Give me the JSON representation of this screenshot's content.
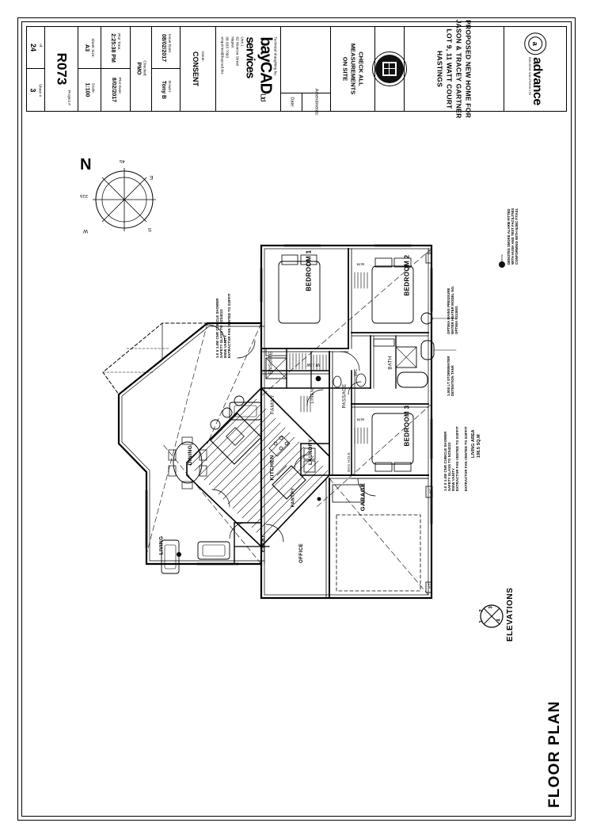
{
  "sheet": {
    "title": "FLOOR PLAN",
    "drawing_number": "R073",
    "sheet_number": "3",
    "of_label": "of",
    "total_sheets": "24"
  },
  "titleblock": {
    "company": {
      "name": "advance",
      "tagline": "BUILDING SOLUTIONS LTD",
      "badge_letter": "a"
    },
    "project": {
      "line1": "PROPOSED NEW HOME FOR",
      "line2": "JASON & TRACEY GARTNER",
      "line3": "LOT 9, 11 WATT COURT",
      "line4": "HASTINGS"
    },
    "seal_caption": "LICENSED BUILDING PRACTITIONER",
    "check_note": {
      "line1": "CHECK ALL",
      "line2": "MEASUREMENTS",
      "line3": "ON SITE"
    },
    "amendments": {
      "label": "Amendments:",
      "date_label": "Date:"
    },
    "drafting": {
      "tagline": "Technical draughting by:",
      "brand_bay": "bay",
      "brand_cad": "CAD",
      "brand_services": "services",
      "brand_ltd": "Ltd",
      "address1": "Unit 1",
      "address2": "62 Munroe Street",
      "address3": "Napier",
      "phone": "06 833 7093",
      "email": "enquiries@baycad.biz"
    },
    "fields": [
      {
        "key": "Issue:",
        "value": "CONSENT"
      },
      {
        "key": "Drawn:",
        "value": "Tony B"
      },
      {
        "key": "Issue Date:",
        "value": "08/02/2017"
      },
      {
        "key": "Checked:",
        "value": "PMO"
      },
      {
        "key": "Plot Date:",
        "value": "8/02/2017"
      },
      {
        "key": "Plot Time:",
        "value": "2:25:38 PM"
      },
      {
        "key": "Scale:",
        "value": "1:100"
      },
      {
        "key": "Sheet Size:",
        "value": "A3"
      },
      {
        "key": "Project #",
        "value": "R073"
      },
      {
        "key": "Sheet #",
        "value": "3"
      },
      {
        "key": "of",
        "value": "24"
      }
    ]
  },
  "compass": {
    "north_label": "N",
    "cardinals": [
      "N",
      "E",
      "S",
      "W"
    ],
    "bearings": [
      "45",
      "315",
      "135",
      "225"
    ]
  },
  "rooms": [
    {
      "name": "BEDROOM 1"
    },
    {
      "name": "BEDROOM 2"
    },
    {
      "name": "BEDROOM 3"
    },
    {
      "name": "ENSUITE"
    },
    {
      "name": "BATH"
    },
    {
      "name": "WC"
    },
    {
      "name": "W.I.W"
    },
    {
      "name": "W/R"
    },
    {
      "name": "LINEN"
    },
    {
      "name": "PASSAGE"
    },
    {
      "name": "FAMILY"
    },
    {
      "name": "DINING"
    },
    {
      "name": "KITCHEN"
    },
    {
      "name": "PANTRY"
    },
    {
      "name": "LIVING"
    },
    {
      "name": "ENTRY"
    },
    {
      "name": "OFFICE"
    },
    {
      "name": "LAUNDRY"
    },
    {
      "name": "GARAGE"
    },
    {
      "name": "MAN HOLE"
    },
    {
      "name": "HT"
    },
    {
      "name": "AC"
    }
  ],
  "notes": {
    "ensuite_shower": {
      "line1": "1.0 X 1.0W CNR CUBICLE SHOWER",
      "line2": "SAFETY GLASS TO NZS4223",
      "line3": "900W VANITY",
      "line4": "EXTRACTOR FAN VENTED TO SOFFIT"
    },
    "bath_shower": {
      "line1": "1.0 X 1.0W CNR CUBICLE SHOWER",
      "line2": "SAFETY GLASS TO NZS4223",
      "line3": "900W VANITY",
      "line4": "EXTRACTOR FAN VENTED TO SOFFIT"
    },
    "wc_fan": {
      "line1": "EXTRACTOR FAN VENTED TO SOFFIT"
    },
    "water_heater": {
      "line1": "OPTIMA MAINS PRESSURE",
      "line2": "WATER HEATER MODEL NO.",
      "line3": "OPTIMA 9113803"
    },
    "stormwater": {
      "line1": "1,000 LT STORMWATER",
      "line2": "DETENTION TANK"
    },
    "living_area": {
      "line1": "LIVING AREA",
      "line2": "198.5 SQ.M"
    }
  },
  "legend": {
    "symbol_label": "SMOKE",
    "line1": "DENOTES SMOKE ALARM FITTED",
    "line2": "WITH HUSH AND TEST FACILITIES",
    "line3": "CONFORMING WITH NZBC F7/AS1"
  },
  "elevations": {
    "label": "ELEVATIONS",
    "numbers": [
      "1",
      "2",
      "3",
      "4"
    ]
  },
  "colors": {
    "line": "#000000",
    "paper": "#ffffff",
    "hatch": "#333333"
  }
}
